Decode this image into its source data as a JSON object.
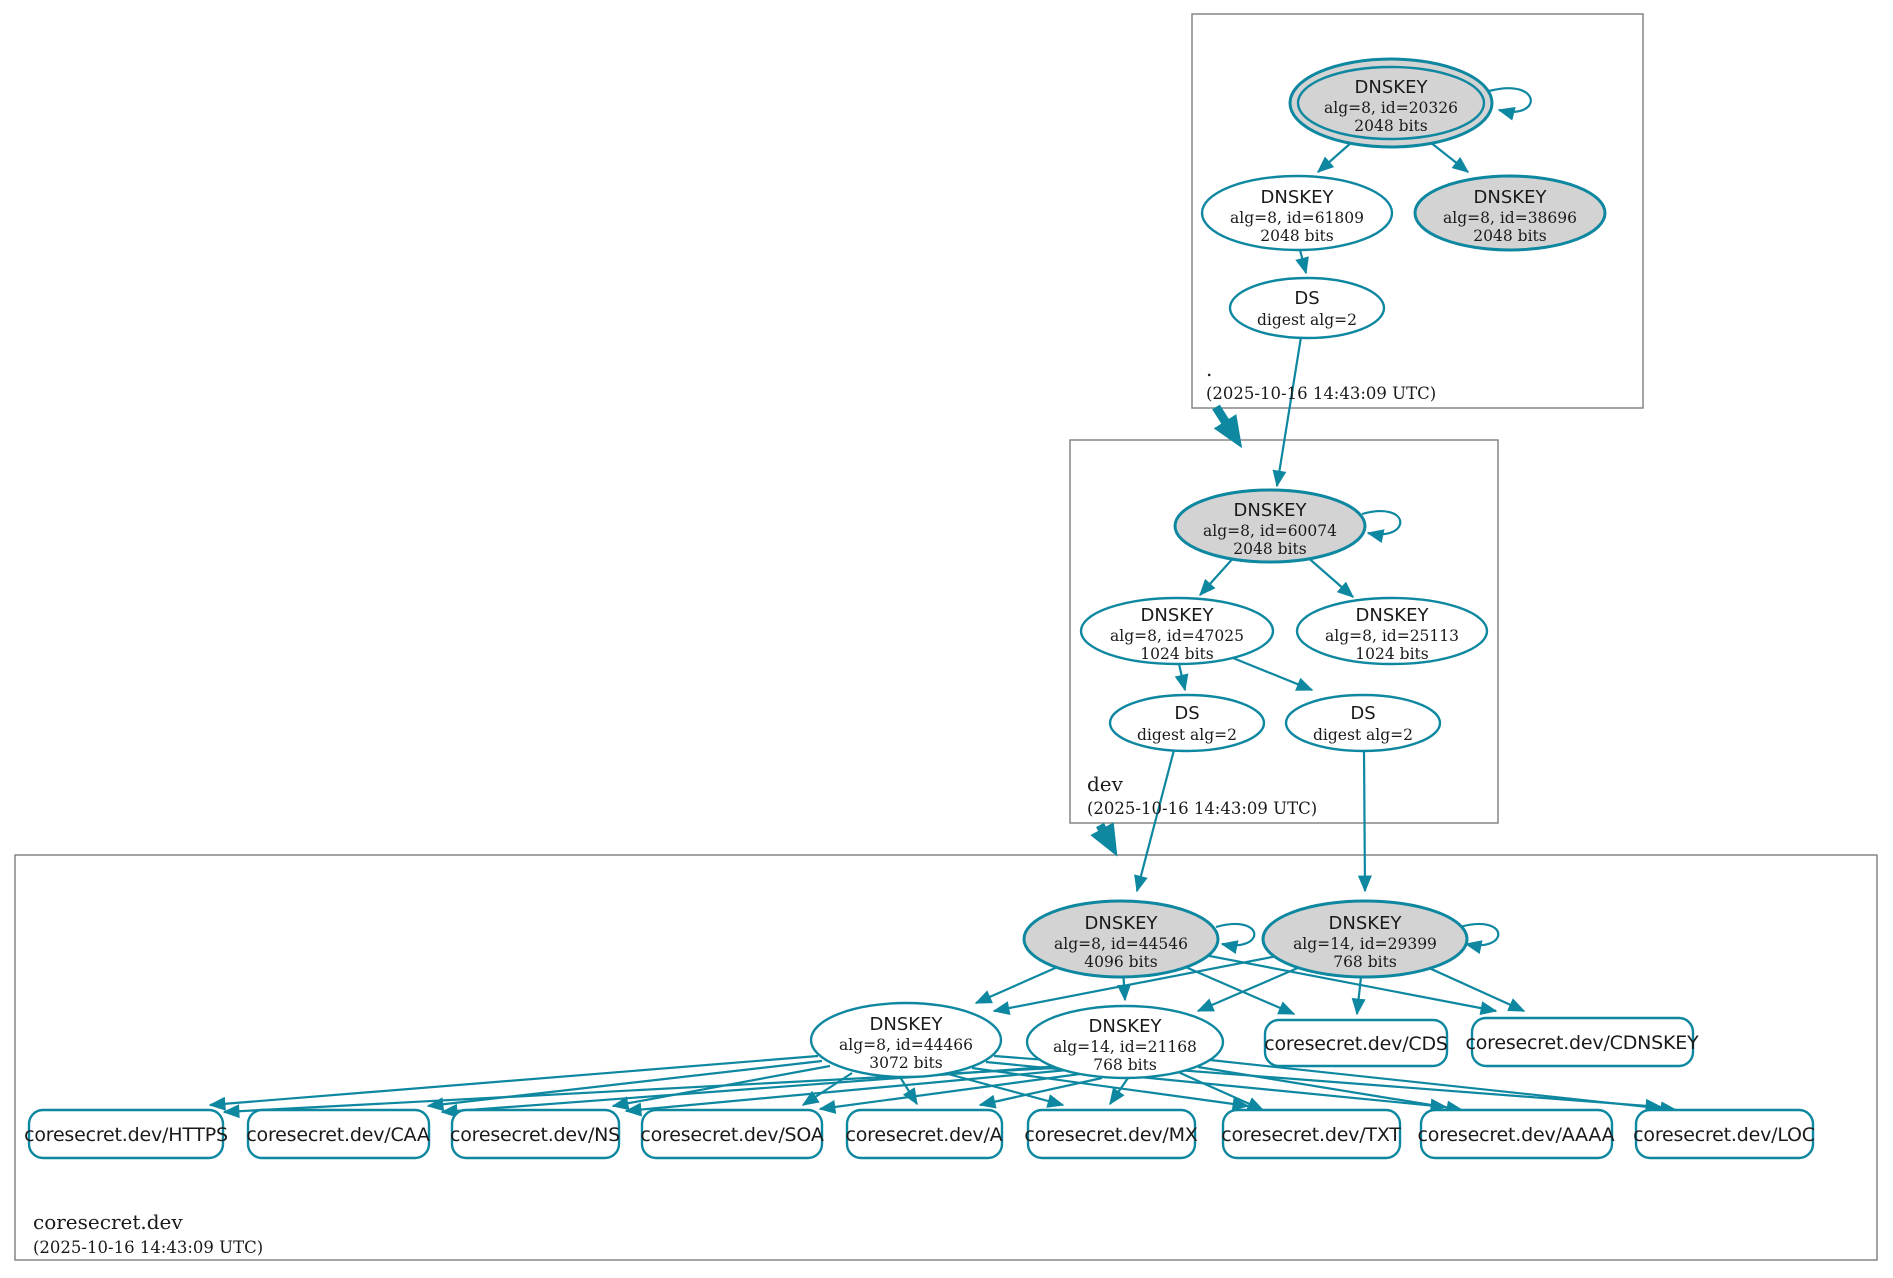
{
  "colors": {
    "edge_teal": "#0e87a0",
    "sep_key_fill": "#d3d3d3",
    "zone_border_gray": "#7d7d7d",
    "background": "#ffffff"
  },
  "zones": {
    "root": {
      "label": ".",
      "timestamp": "(2025-10-16 14:43:09 UTC)"
    },
    "dev": {
      "label": "dev",
      "timestamp": "(2025-10-16 14:43:09 UTC)"
    },
    "coresecret": {
      "label": "coresecret.dev",
      "timestamp": "(2025-10-16 14:43:09 UTC)"
    }
  },
  "nodes": {
    "ksk_20326": {
      "title": "DNSKEY",
      "detail": "alg=8, id=20326",
      "bits": "2048 bits"
    },
    "zsk_61809": {
      "title": "DNSKEY",
      "detail": "alg=8, id=61809",
      "bits": "2048 bits"
    },
    "ksk_38696": {
      "title": "DNSKEY",
      "detail": "alg=8, id=38696",
      "bits": "2048 bits"
    },
    "ds_root": {
      "title": "DS",
      "detail": "digest alg=2"
    },
    "ksk_60074": {
      "title": "DNSKEY",
      "detail": "alg=8, id=60074",
      "bits": "2048 bits"
    },
    "zsk_47025": {
      "title": "DNSKEY",
      "detail": "alg=8, id=47025",
      "bits": "1024 bits"
    },
    "zsk_25113": {
      "title": "DNSKEY",
      "detail": "alg=8, id=25113",
      "bits": "1024 bits"
    },
    "ds_dev_1": {
      "title": "DS",
      "detail": "digest alg=2"
    },
    "ds_dev_2": {
      "title": "DS",
      "detail": "digest alg=2"
    },
    "ksk_44546": {
      "title": "DNSKEY",
      "detail": "alg=8, id=44546",
      "bits": "4096 bits"
    },
    "ksk_29399": {
      "title": "DNSKEY",
      "detail": "alg=14, id=29399",
      "bits": "768 bits"
    },
    "zsk_44466": {
      "title": "DNSKEY",
      "detail": "alg=8, id=44466",
      "bits": "3072 bits"
    },
    "zsk_21168": {
      "title": "DNSKEY",
      "detail": "alg=14, id=21168",
      "bits": "768 bits"
    }
  },
  "rrsets": {
    "cds": {
      "label": "coresecret.dev/CDS"
    },
    "cdnskey": {
      "label": "coresecret.dev/CDNSKEY"
    },
    "https": {
      "label": "coresecret.dev/HTTPS"
    },
    "caa": {
      "label": "coresecret.dev/CAA"
    },
    "ns": {
      "label": "coresecret.dev/NS"
    },
    "soa": {
      "label": "coresecret.dev/SOA"
    },
    "a": {
      "label": "coresecret.dev/A"
    },
    "mx": {
      "label": "coresecret.dev/MX"
    },
    "txt": {
      "label": "coresecret.dev/TXT"
    },
    "aaaa": {
      "label": "coresecret.dev/AAAA"
    },
    "loc": {
      "label": "coresecret.dev/LOC"
    }
  }
}
